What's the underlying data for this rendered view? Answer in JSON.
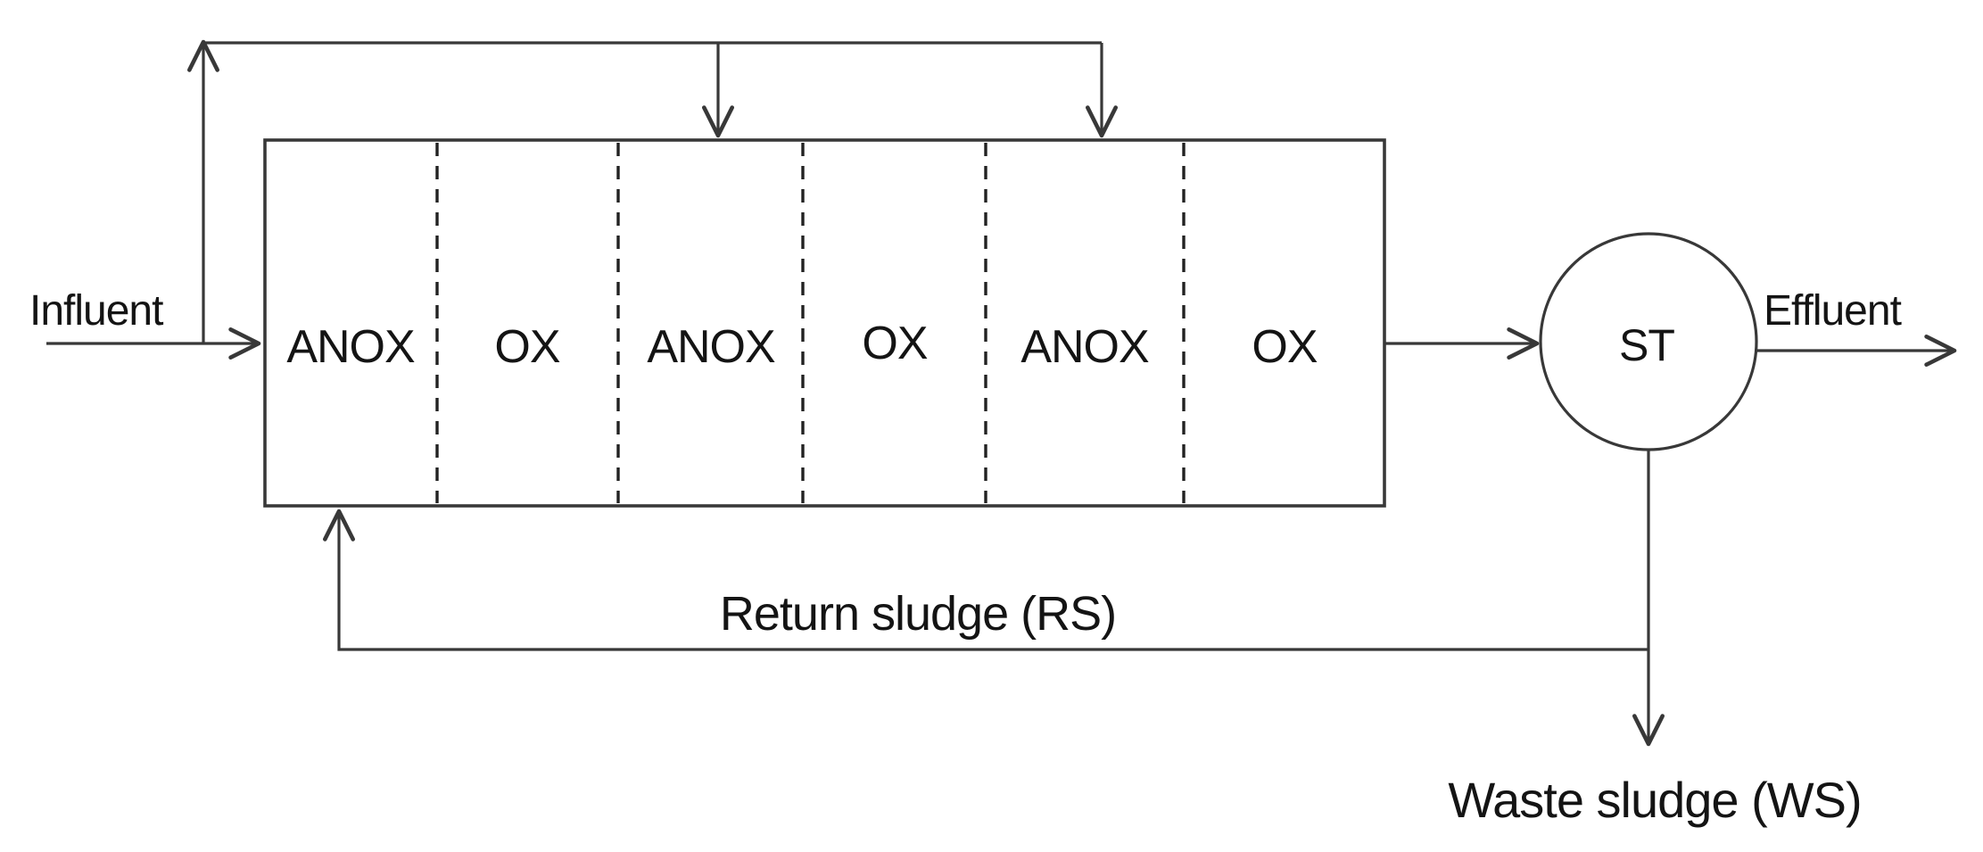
{
  "diagram": {
    "title_hint": "Activated sludge process flow diagram",
    "influent_label": "Influent",
    "effluent_label": "Effluent",
    "settler_label": "ST",
    "return_sludge_label": "Return sludge (RS)",
    "waste_sludge_label": "Waste sludge (WS)",
    "compartments": [
      {
        "label": "ANOX"
      },
      {
        "label": "OX"
      },
      {
        "label": "ANOX"
      },
      {
        "label": "OX"
      },
      {
        "label": "ANOX"
      },
      {
        "label": "OX"
      }
    ],
    "colors": {
      "line": "#383838",
      "text": "#141414",
      "background": "#ffffff"
    }
  }
}
